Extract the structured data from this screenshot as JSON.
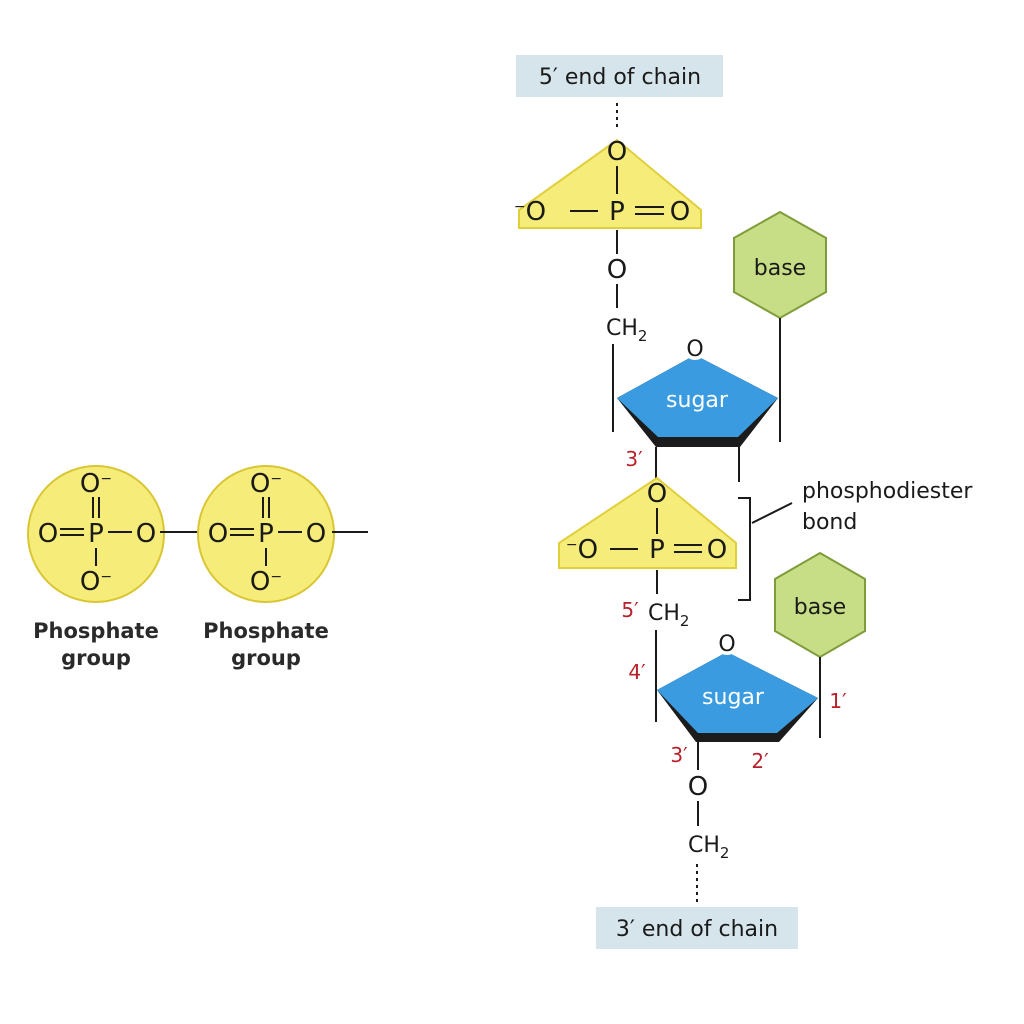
{
  "labels": {
    "five_prime_end": "5′ end of chain",
    "three_prime_end": "3′ end of chain",
    "phosphodiester_line1": "phosphodiester",
    "phosphodiester_line2": "bond",
    "sugar": "sugar",
    "base": "base",
    "phosphate_line1": "Phosphate",
    "phosphate_line2": "group"
  },
  "atoms": {
    "oxygen": "O",
    "phosphorus": "P",
    "carbon_h": "CH",
    "h_subscript": "2",
    "neg_charge": "−"
  },
  "positions": {
    "one": "1′",
    "two": "2′",
    "three": "3′",
    "four": "4′",
    "five": "5′"
  },
  "colors": {
    "phosphate_fill": "#f6ec7a",
    "phosphate_stroke": "#e0cf3c",
    "sugar_fill": "#3a9be0",
    "sugar_edge": "#1c1c1c",
    "base_fill": "#c8de86",
    "base_stroke": "#7f9c3a",
    "position_red": "#b8202a",
    "end_box": "#d6e4ec"
  }
}
